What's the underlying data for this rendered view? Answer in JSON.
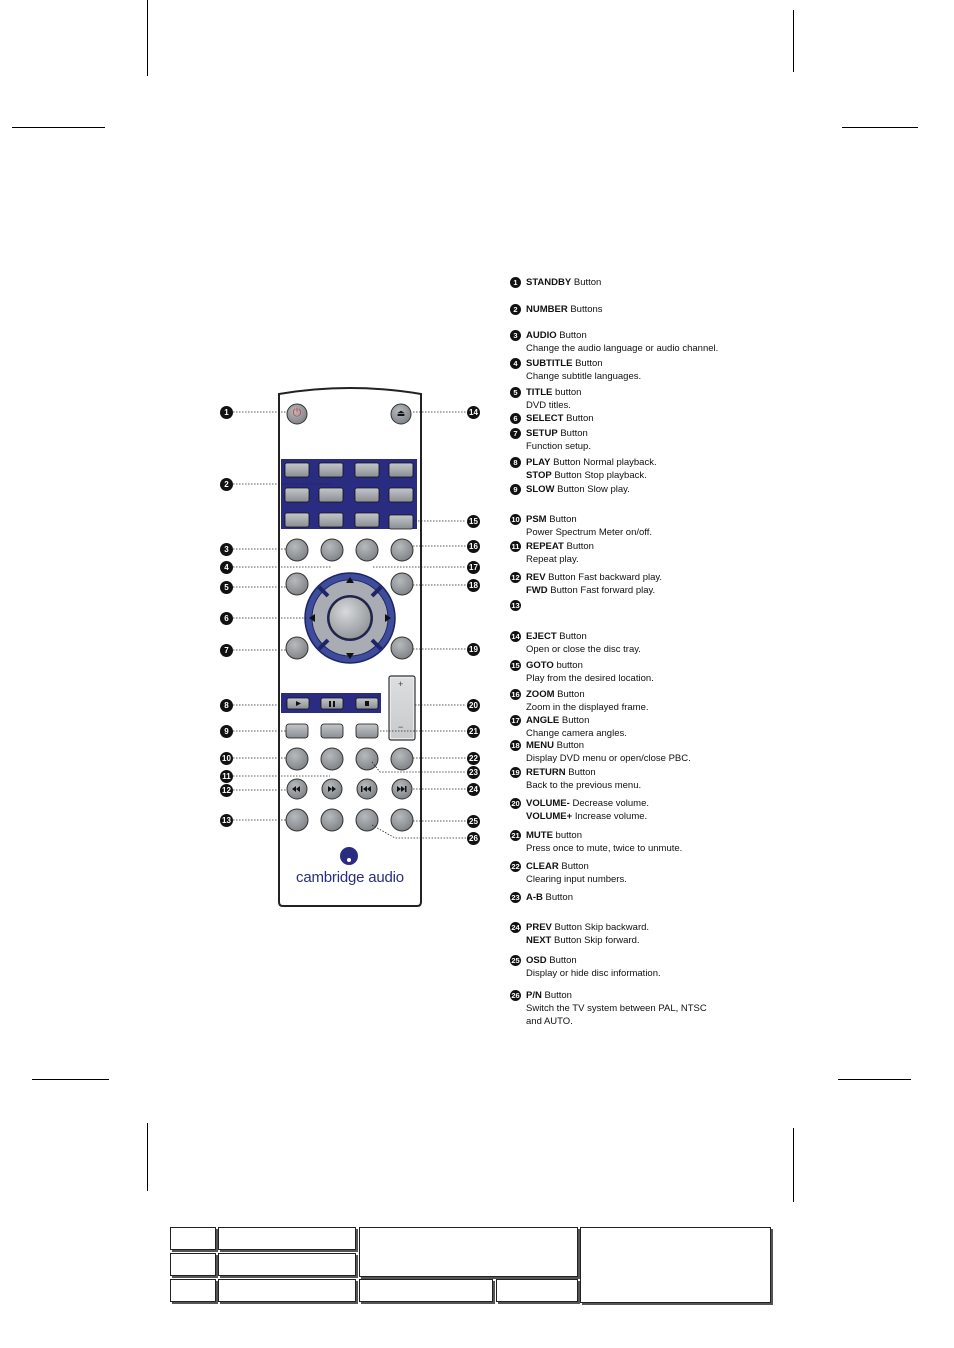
{
  "remote": {
    "brand": "cambridge audio",
    "volume_plus": "+",
    "volume_minus": "−",
    "callouts": [
      "1",
      "2",
      "3",
      "4",
      "5",
      "6",
      "7",
      "8",
      "9",
      "10",
      "11",
      "12",
      "13",
      "14",
      "15",
      "16",
      "17",
      "18",
      "19",
      "20",
      "21",
      "22",
      "23",
      "24",
      "25",
      "26"
    ]
  },
  "icons": {
    "standby": "power-icon",
    "eject": "eject-icon",
    "play": "play-icon",
    "pause": "pause-icon",
    "stop": "stop-icon",
    "rev": "rewind-icon",
    "fwd": "fast-forward-icon",
    "prev": "skip-back-icon",
    "next": "skip-forward-icon"
  },
  "colors": {
    "number_pad": "#2a2c82",
    "transport_bar": "#2a2c82",
    "nav_ring": "#3e4c9c",
    "standby_icon": "#e0332f",
    "button_face": "#8f9397"
  },
  "descriptions": [
    {
      "num": "1",
      "title": "STANDBY",
      "rest": " Button",
      "sub": []
    },
    {
      "num": "2",
      "title": "NUMBER",
      "rest": " Buttons",
      "sub": []
    },
    {
      "num": "3",
      "title": "AUDIO",
      "rest": " Button",
      "sub": [
        "Change the audio language or audio channel."
      ]
    },
    {
      "num": "4",
      "title": "SUBTITLE",
      "rest": " Button",
      "sub": [
        "Change subtitle languages."
      ]
    },
    {
      "num": "5",
      "title": "TITLE",
      "rest": " button",
      "sub": [
        "DVD titles."
      ]
    },
    {
      "num": "6",
      "title": "SELECT",
      "rest": " Button",
      "sub": []
    },
    {
      "num": "7",
      "title": "SETUP",
      "rest": " Button",
      "sub": [
        "Function setup."
      ]
    },
    {
      "num": "8",
      "title": "PLAY",
      "rest": " Button   Normal playback.",
      "sub2": {
        "title": "STOP",
        "rest": " Button  Stop playback."
      },
      "sub": []
    },
    {
      "num": "9",
      "title": "SLOW",
      "rest": " Button  Slow play.",
      "sub": []
    },
    {
      "num": "10",
      "title": "PSM",
      "rest": " Button",
      "sub": [
        "Power Spectrum Meter on/off."
      ]
    },
    {
      "num": "11",
      "title": "REPEAT",
      "rest": " Button",
      "sub": [
        "Repeat play."
      ]
    },
    {
      "num": "12",
      "title": "REV",
      "rest": " Button Fast backward play.",
      "sub2": {
        "title": "FWD",
        "rest": " Button Fast forward play."
      },
      "sub": []
    },
    {
      "num": "13",
      "title": "",
      "rest": "",
      "sub": []
    },
    {
      "num": "14",
      "title": "EJECT",
      "rest": " Button",
      "sub": [
        "Open or close the disc tray."
      ]
    },
    {
      "num": "15",
      "title": "GOTO",
      "rest": " button",
      "sub": [
        "Play from the desired location."
      ]
    },
    {
      "num": "16",
      "title": "ZOOM",
      "rest": " Button",
      "sub": [
        "Zoom in the displayed frame."
      ]
    },
    {
      "num": "17",
      "title": "ANGLE",
      "rest": " Button",
      "sub": [
        "Change camera angles."
      ]
    },
    {
      "num": "18",
      "title": "MENU",
      "rest": " Button",
      "sub": [
        "Display DVD menu or open/close PBC."
      ]
    },
    {
      "num": "19",
      "title": "RETURN",
      "rest": " Button",
      "sub": [
        "Back to the previous menu."
      ]
    },
    {
      "num": "20",
      "title": "VOLUME-",
      "rest": " Decrease volume.",
      "sub2": {
        "title": "VOLUME+",
        "rest": " Increase volume."
      },
      "sub": []
    },
    {
      "num": "21",
      "title": "MUTE",
      "rest": " button",
      "sub": [
        "Press once to mute, twice to unmute."
      ]
    },
    {
      "num": "22",
      "title": "CLEAR",
      "rest": " Button",
      "sub": [
        "Clearing input numbers."
      ]
    },
    {
      "num": "23",
      "title": "A-B",
      "rest": " Button",
      "sub": []
    },
    {
      "num": "24",
      "title": "PREV",
      "rest": " Button  Skip backward.",
      "sub2": {
        "title": "NEXT",
        "rest": " Button  Skip forward."
      },
      "sub": []
    },
    {
      "num": "25",
      "title": "OSD",
      "rest": " Button",
      "sub": [
        "Display or hide disc information."
      ]
    },
    {
      "num": "26",
      "title": "P/N",
      "rest": " Button",
      "sub": [
        "Switch the TV system between PAL, NTSC",
        "and AUTO."
      ]
    }
  ]
}
